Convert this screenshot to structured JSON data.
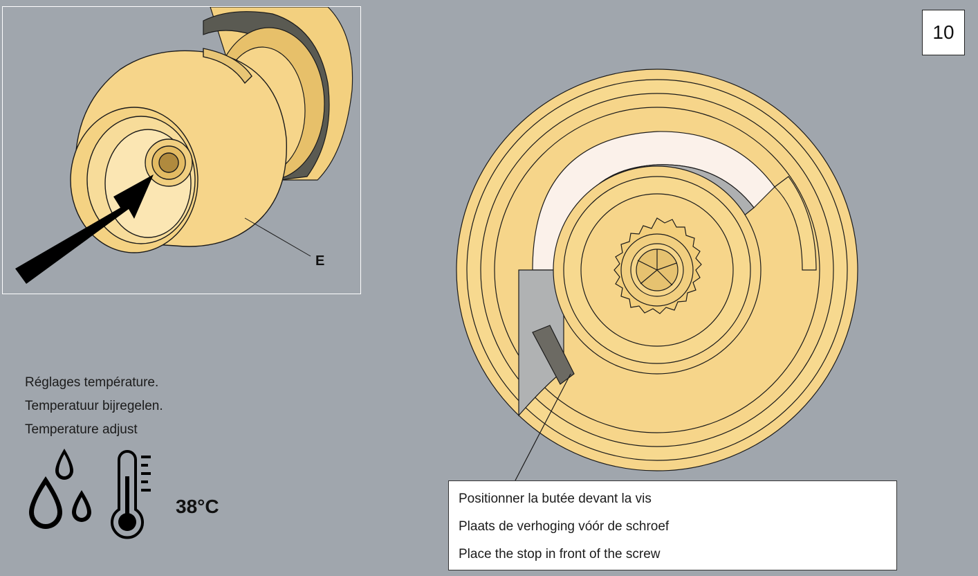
{
  "step": {
    "number": "10"
  },
  "inset": {
    "part_label": "E"
  },
  "instructions": {
    "fr": "Réglages température.",
    "nl": "Temperatuur bijregelen.",
    "en": "Temperature adjust"
  },
  "temperature": {
    "value": "38°C"
  },
  "caption": {
    "fr": "Positionner la butée devant la vis",
    "nl": "Plaats de verhoging vóór de schroef",
    "en": "Place the stop in front of the screw"
  },
  "icons": [
    "water-drops-icon",
    "thermometer-icon"
  ],
  "colors": {
    "background": "#a0a6ad",
    "brass": "#f6d58a",
    "brass_dark": "#d9b463",
    "outline": "#1a1a1a",
    "arrow": "#000000"
  }
}
